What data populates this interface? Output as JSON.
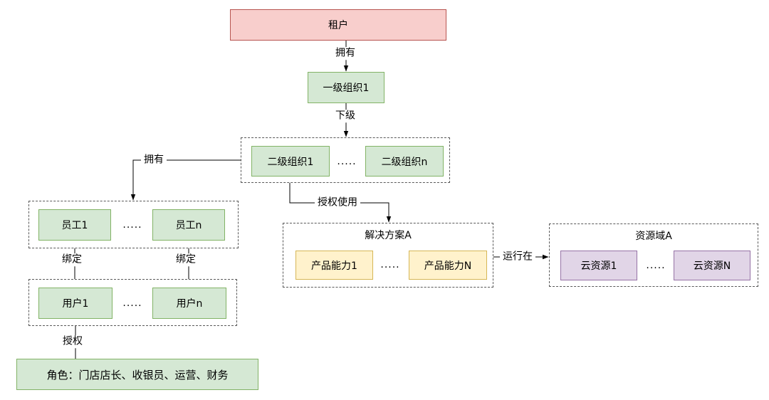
{
  "diagram": {
    "ellipsis": ".....",
    "colors": {
      "tenant_fill": "#F8CECC",
      "tenant_stroke": "#B85450",
      "org_fill": "#D5E8D4",
      "org_stroke": "#82B366",
      "product_fill": "#FFF2CC",
      "product_stroke": "#D6B656",
      "resource_fill": "#E1D5E7",
      "resource_stroke": "#9673A6",
      "container_stroke": "#595959",
      "edge_line": "#000000"
    },
    "nodes": {
      "tenant": "租户",
      "level1_org": "一级组织1",
      "level2_org_1": "二级组织1",
      "level2_org_n": "二级组织n",
      "employee_1": "员工1",
      "employee_n": "员工n",
      "user_1": "用户1",
      "user_n": "用户n",
      "roles": "角色：门店店长、收银员、运营、财务",
      "solution_title": "解决方案A",
      "product_1": "产品能力1",
      "product_n": "产品能力N",
      "resource_domain_title": "资源域A",
      "cloud_resource_1": "云资源1",
      "cloud_resource_n": "云资源N"
    },
    "edges": {
      "owns_top": "拥有",
      "subordinate": "下级",
      "owns_left": "拥有",
      "bind_left": "绑定",
      "bind_right": "绑定",
      "authorize": "授权",
      "authorized_use": "授权使用",
      "runs_on": "运行在"
    }
  }
}
